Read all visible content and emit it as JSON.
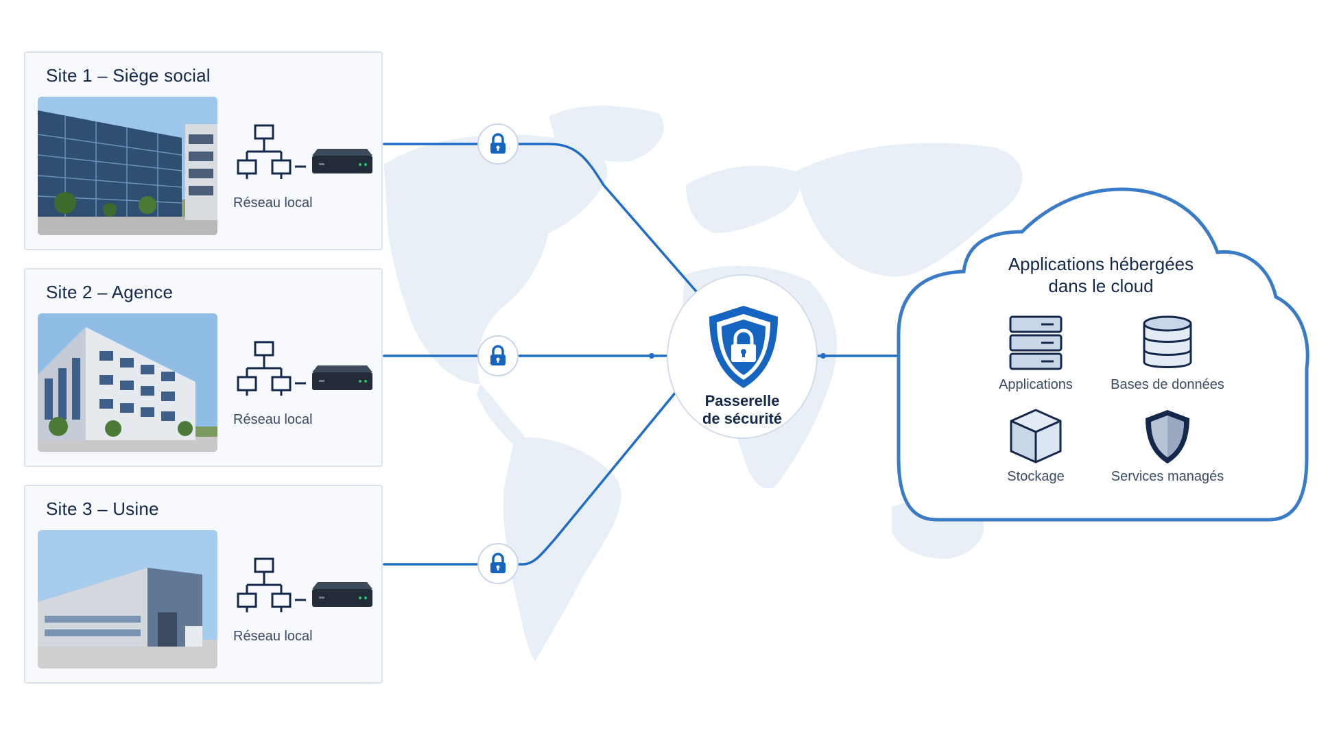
{
  "sites": [
    {
      "title": "Site 1 – Siège social",
      "lan_label": "Réseau local"
    },
    {
      "title": "Site 2 – Agence",
      "lan_label": "Réseau local"
    },
    {
      "title": "Site 3 – Usine",
      "lan_label": "Réseau local"
    }
  ],
  "gateway": {
    "line1": "Passerelle",
    "line2": "de sécurité"
  },
  "cloud": {
    "title_line1": "Applications hébergées",
    "title_line2": "dans le cloud",
    "services": [
      {
        "label": "Applications",
        "icon": "server-stack-icon"
      },
      {
        "label": "Bases de données",
        "icon": "database-icon"
      },
      {
        "label": "Stockage",
        "icon": "storage-cube-icon"
      },
      {
        "label": "Services managés",
        "icon": "managed-shield-icon"
      }
    ]
  },
  "colors": {
    "primary": "#1565c0",
    "navy": "#14284b",
    "map": "#e8eef6",
    "cloud_border": "#3a7bc8",
    "panel_bg": "#f7f9fc"
  }
}
